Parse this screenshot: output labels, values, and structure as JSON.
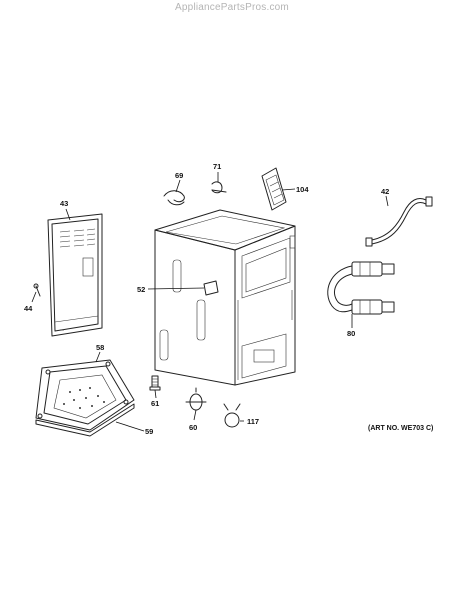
{
  "watermark": "AppliancePartsPros.com",
  "art_number": "(ART NO. WE703 C)",
  "callouts": {
    "p43": "43",
    "p44": "44",
    "p58": "58",
    "p59": "59",
    "p52": "52",
    "p61": "61",
    "p60": "60",
    "p117": "117",
    "p69": "69",
    "p71": "71",
    "p104": "104",
    "p42": "42",
    "p80": "80"
  }
}
